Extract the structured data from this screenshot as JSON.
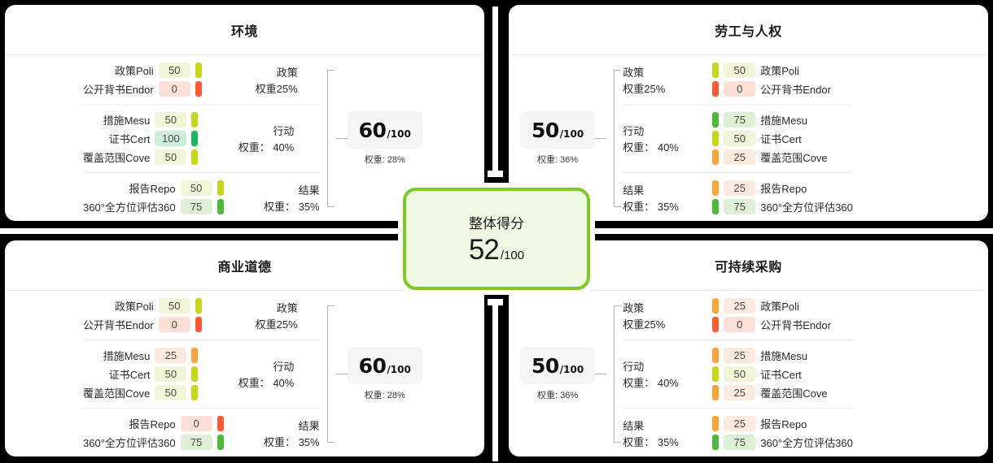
{
  "overall": {
    "label": "整体得分",
    "score": "52",
    "denominator": "/100",
    "accent_color": "#7dc928",
    "background_color": "#eef8e2"
  },
  "scale": {
    "colors": {
      "0": {
        "bar": "#fa5b32",
        "pill_bg": "#fce0d8"
      },
      "25": {
        "bar": "#f9a53b",
        "pill_bg": "#fceade"
      },
      "50": {
        "bar": "#c8d61a",
        "pill_bg": "#f1f4d7"
      },
      "75": {
        "bar": "#4cbb3a",
        "pill_bg": "#ddf0d6"
      },
      "100": {
        "bar": "#17b85c",
        "pill_bg": "#cfeddb"
      }
    }
  },
  "cards": [
    {
      "id": "environment",
      "title": "环境",
      "align": "rtl",
      "score": "60",
      "denominator": "/100",
      "weight": "权重: 28%",
      "groups": [
        {
          "name": "政策",
          "weight": "权重25%",
          "indicators": [
            {
              "label": "政策Poli",
              "value": "50"
            },
            {
              "label": "公开背书Endor",
              "value": "0"
            }
          ]
        },
        {
          "name": "行动",
          "weight": "权重： 40%",
          "indicators": [
            {
              "label": "措施Mesu",
              "value": "50"
            },
            {
              "label": "证书Cert",
              "value": "100"
            },
            {
              "label": "覆盖范围Cove",
              "value": "50"
            }
          ]
        },
        {
          "name": "结果",
          "weight": "权重： 35%",
          "indicators": [
            {
              "label": "报告Repo",
              "value": "50"
            },
            {
              "label": "360°全方位评估360",
              "value": "75"
            }
          ]
        }
      ]
    },
    {
      "id": "labor-human-rights",
      "title": "劳工与人权",
      "align": "ltr",
      "score": "50",
      "denominator": "/100",
      "weight": "权重: 36%",
      "groups": [
        {
          "name": "政策",
          "weight": "权重25%",
          "indicators": [
            {
              "label": "政策Poli",
              "value": "50"
            },
            {
              "label": "公开背书Endor",
              "value": "0"
            }
          ]
        },
        {
          "name": "行动",
          "weight": "权重： 40%",
          "indicators": [
            {
              "label": "措施Mesu",
              "value": "75"
            },
            {
              "label": "证书Cert",
              "value": "50"
            },
            {
              "label": "覆盖范围Cove",
              "value": "25"
            }
          ]
        },
        {
          "name": "结果",
          "weight": "权重： 35%",
          "indicators": [
            {
              "label": "报告Repo",
              "value": "25"
            },
            {
              "label": "360°全方位评估360",
              "value": "75"
            }
          ]
        }
      ]
    },
    {
      "id": "business-ethics",
      "title": "商业道德",
      "align": "rtl",
      "score": "60",
      "denominator": "/100",
      "weight": "权重: 28%",
      "groups": [
        {
          "name": "政策",
          "weight": "权重25%",
          "indicators": [
            {
              "label": "政策Poli",
              "value": "50"
            },
            {
              "label": "公开背书Endor",
              "value": "0"
            }
          ]
        },
        {
          "name": "行动",
          "weight": "权重： 40%",
          "indicators": [
            {
              "label": "措施Mesu",
              "value": "25"
            },
            {
              "label": "证书Cert",
              "value": "50"
            },
            {
              "label": "覆盖范围Cove",
              "value": "50"
            }
          ]
        },
        {
          "name": "结果",
          "weight": "权重： 35%",
          "indicators": [
            {
              "label": "报告Repo",
              "value": "0"
            },
            {
              "label": "360°全方位评估360",
              "value": "75"
            }
          ]
        }
      ]
    },
    {
      "id": "sustainable-procurement",
      "title": "可持续采购",
      "align": "ltr",
      "score": "50",
      "denominator": "/100",
      "weight": "权重: 36%",
      "groups": [
        {
          "name": "政策",
          "weight": "权重25%",
          "indicators": [
            {
              "label": "政策Poli",
              "value": "25"
            },
            {
              "label": "公开背书Endor",
              "value": "0"
            }
          ]
        },
        {
          "name": "行动",
          "weight": "权重： 40%",
          "indicators": [
            {
              "label": "措施Mesu",
              "value": "25"
            },
            {
              "label": "证书Cert",
              "value": "50"
            },
            {
              "label": "覆盖范围Cove",
              "value": "25"
            }
          ]
        },
        {
          "name": "结果",
          "weight": "权重： 35%",
          "indicators": [
            {
              "label": "报告Repo",
              "value": "25"
            },
            {
              "label": "360°全方位评估360",
              "value": "75"
            }
          ]
        }
      ]
    }
  ]
}
